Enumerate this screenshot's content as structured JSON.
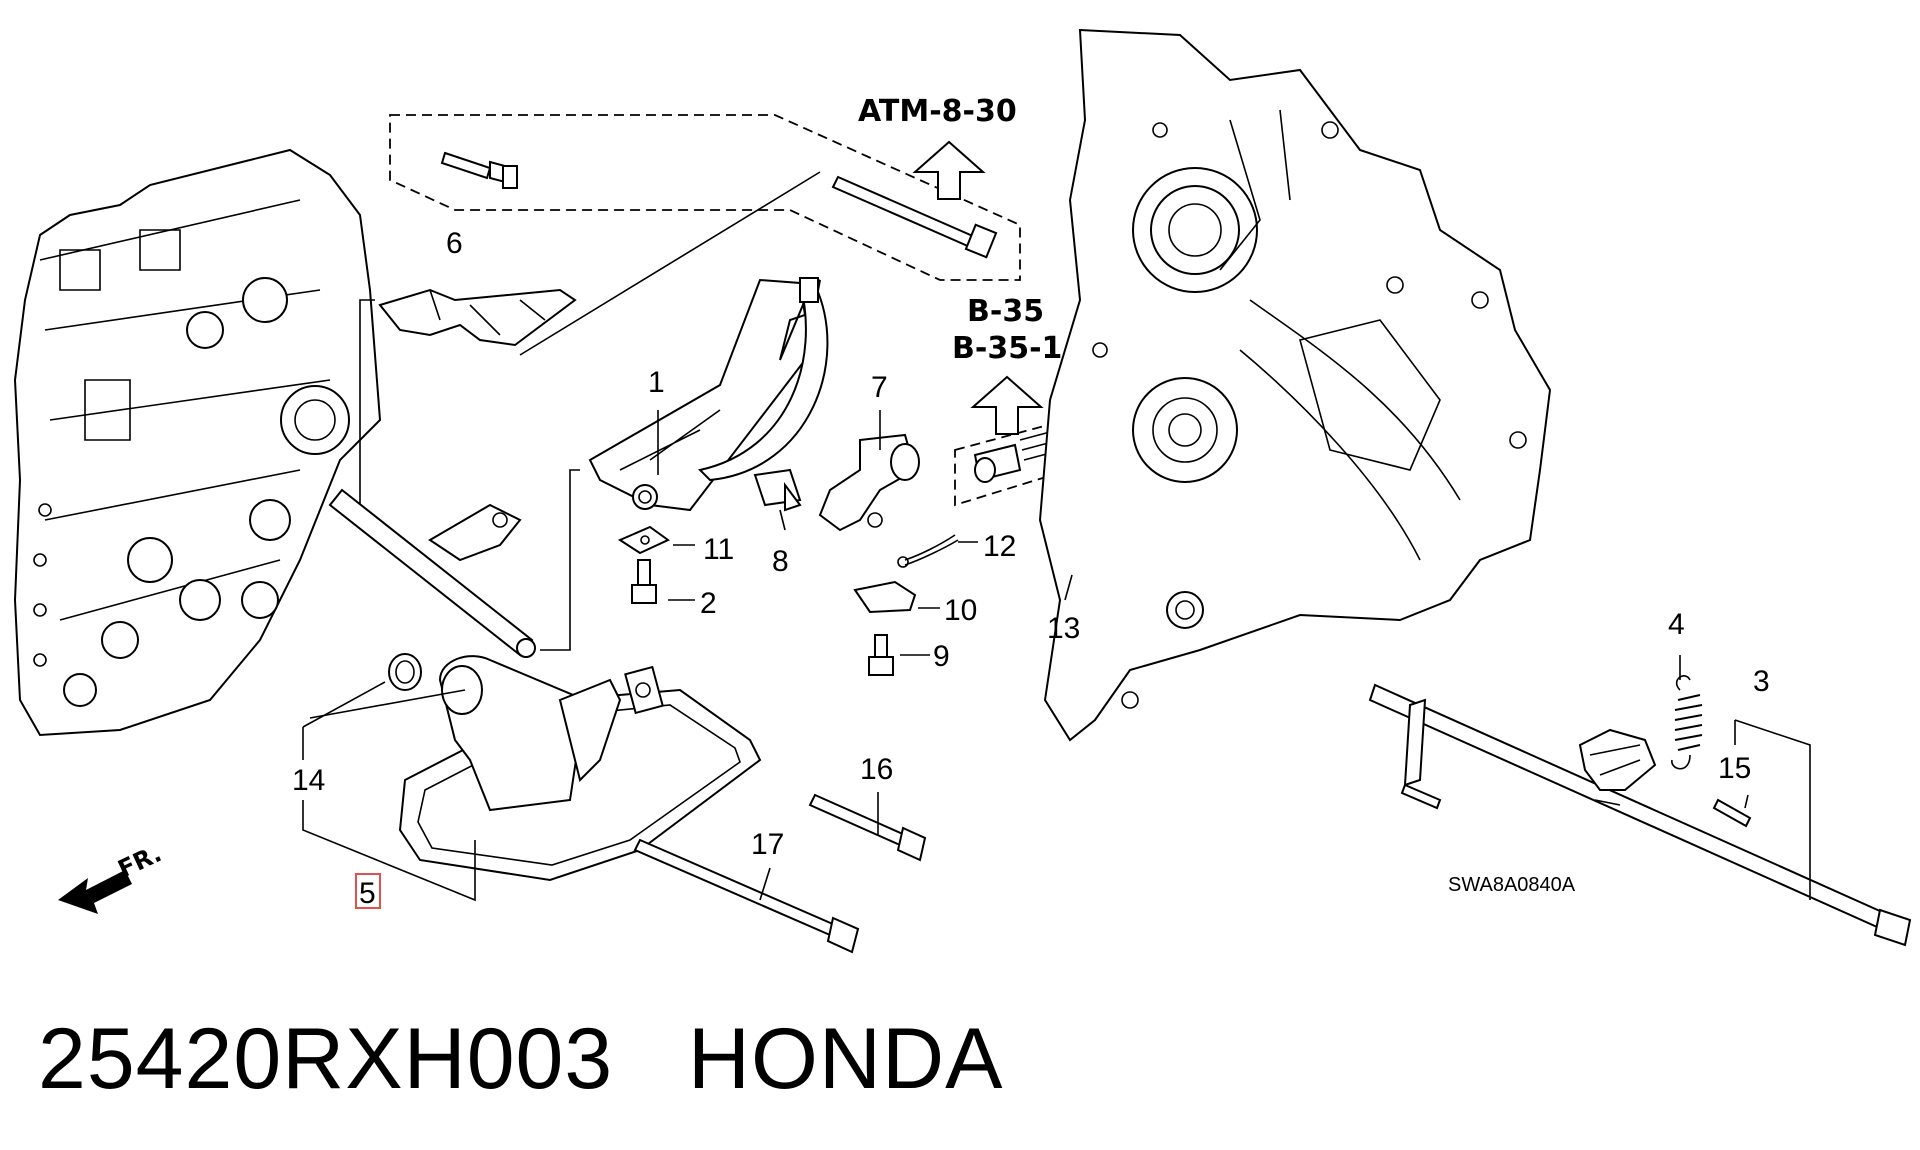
{
  "callouts": {
    "c1": "1",
    "c2": "2",
    "c3": "3",
    "c4": "4",
    "c5": "5",
    "c6": "6",
    "c7": "7",
    "c8": "8",
    "c9": "9",
    "c10": "10",
    "c11": "11",
    "c12": "12",
    "c13": "13",
    "c14": "14",
    "c15": "15",
    "c16": "16",
    "c17": "17"
  },
  "references": {
    "atm": "ATM-8-30",
    "b35": "B-35",
    "b351": "B-35-1"
  },
  "direction_label": "FR.",
  "diagram_code": "SWA8A0840A",
  "caption": {
    "part_number": "25420RXH003",
    "brand": "HONDA"
  },
  "highlighted_callout": "5"
}
